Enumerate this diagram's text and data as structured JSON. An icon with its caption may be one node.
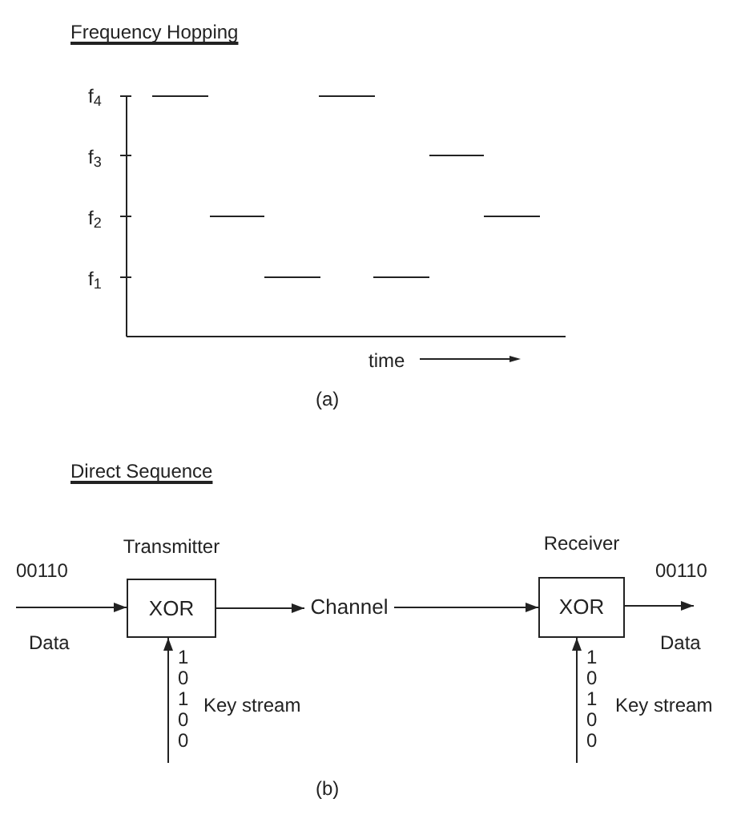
{
  "diagram": {
    "nodes": [
      {
        "text": [
          "XOR"
        ],
        "beside": [
          "Transmitter"
        ]
      },
      {
        "text": [
          "Channel"
        ]
      },
      {
        "text": [
          "XOR"
        ],
        "beside": [
          "Receiver"
        ]
      }
    ],
    "edges": [
      {
        "from": null,
        "to": 0,
        "arrow": "to",
        "label": "00110"
      },
      {
        "from": 0,
        "to": 1,
        "arrow": "to"
      },
      {
        "from": 1,
        "to": 2,
        "arrow": "to"
      },
      {
        "from": 2,
        "to": null,
        "arrow": "to",
        "label": "00110"
      },
      {
        "from": null,
        "to": 0,
        "arrow": "to"
      },
      {
        "from": null,
        "to": 2,
        "arrow": "to"
      }
    ],
    "labels": [
      "Frequency Hopping",
      "f$_{4}$",
      "f$_{3}$",
      "f$_{2}$",
      "f$_{1}$",
      "time",
      "(a)",
      "Direct Sequence",
      "Data",
      "1 0 1 0 0",
      "Key stream",
      "Data",
      "1 0 1 0 0",
      "Key stream",
      "(b)"
    ]
  }
}
